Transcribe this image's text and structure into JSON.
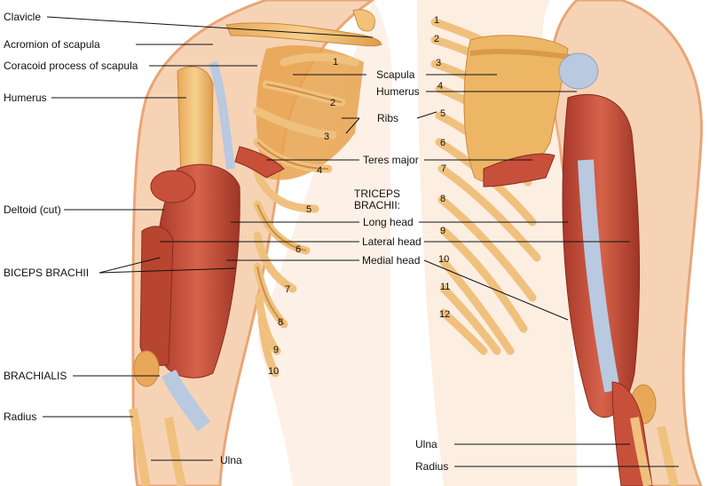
{
  "left_labels": {
    "clavicle": "Clavicle",
    "acromion": "Acromion of scapula",
    "coracoid": "Coracoid process of scapula",
    "humerus": "Humerus",
    "deltoid": "Deltoid (cut)",
    "biceps": "BICEPS BRACHII",
    "brachialis": "BRACHIALIS",
    "radius": "Radius",
    "ulna": "Ulna"
  },
  "center_labels": {
    "scapula": "Scapula",
    "humerus": "Humerus",
    "ribs": "Ribs",
    "teres_major": "Teres major",
    "triceps_title_1": "TRICEPS",
    "triceps_title_2": "BRACHII:",
    "long_head": "Long head",
    "lateral_head": "Lateral head",
    "medial_head": "Medial head"
  },
  "right_labels": {
    "ulna": "Ulna",
    "radius": "Radius"
  },
  "anterior_rib_numbers": [
    "1",
    "2",
    "3",
    "4",
    "5",
    "6",
    "7",
    "8",
    "9",
    "10"
  ],
  "posterior_rib_numbers": [
    "1",
    "2",
    "3",
    "4",
    "5",
    "6",
    "7",
    "8",
    "9",
    "10",
    "11",
    "12"
  ],
  "colors": {
    "skin": "#f7d3b6",
    "skin_outline": "#e9a676",
    "bone": "#f2c27a",
    "bone_shadow": "#d89a4a",
    "muscle": "#c8503a",
    "muscle_dark": "#9e3526",
    "tendon": "#b9c9e0",
    "leader_line": "#111111"
  }
}
